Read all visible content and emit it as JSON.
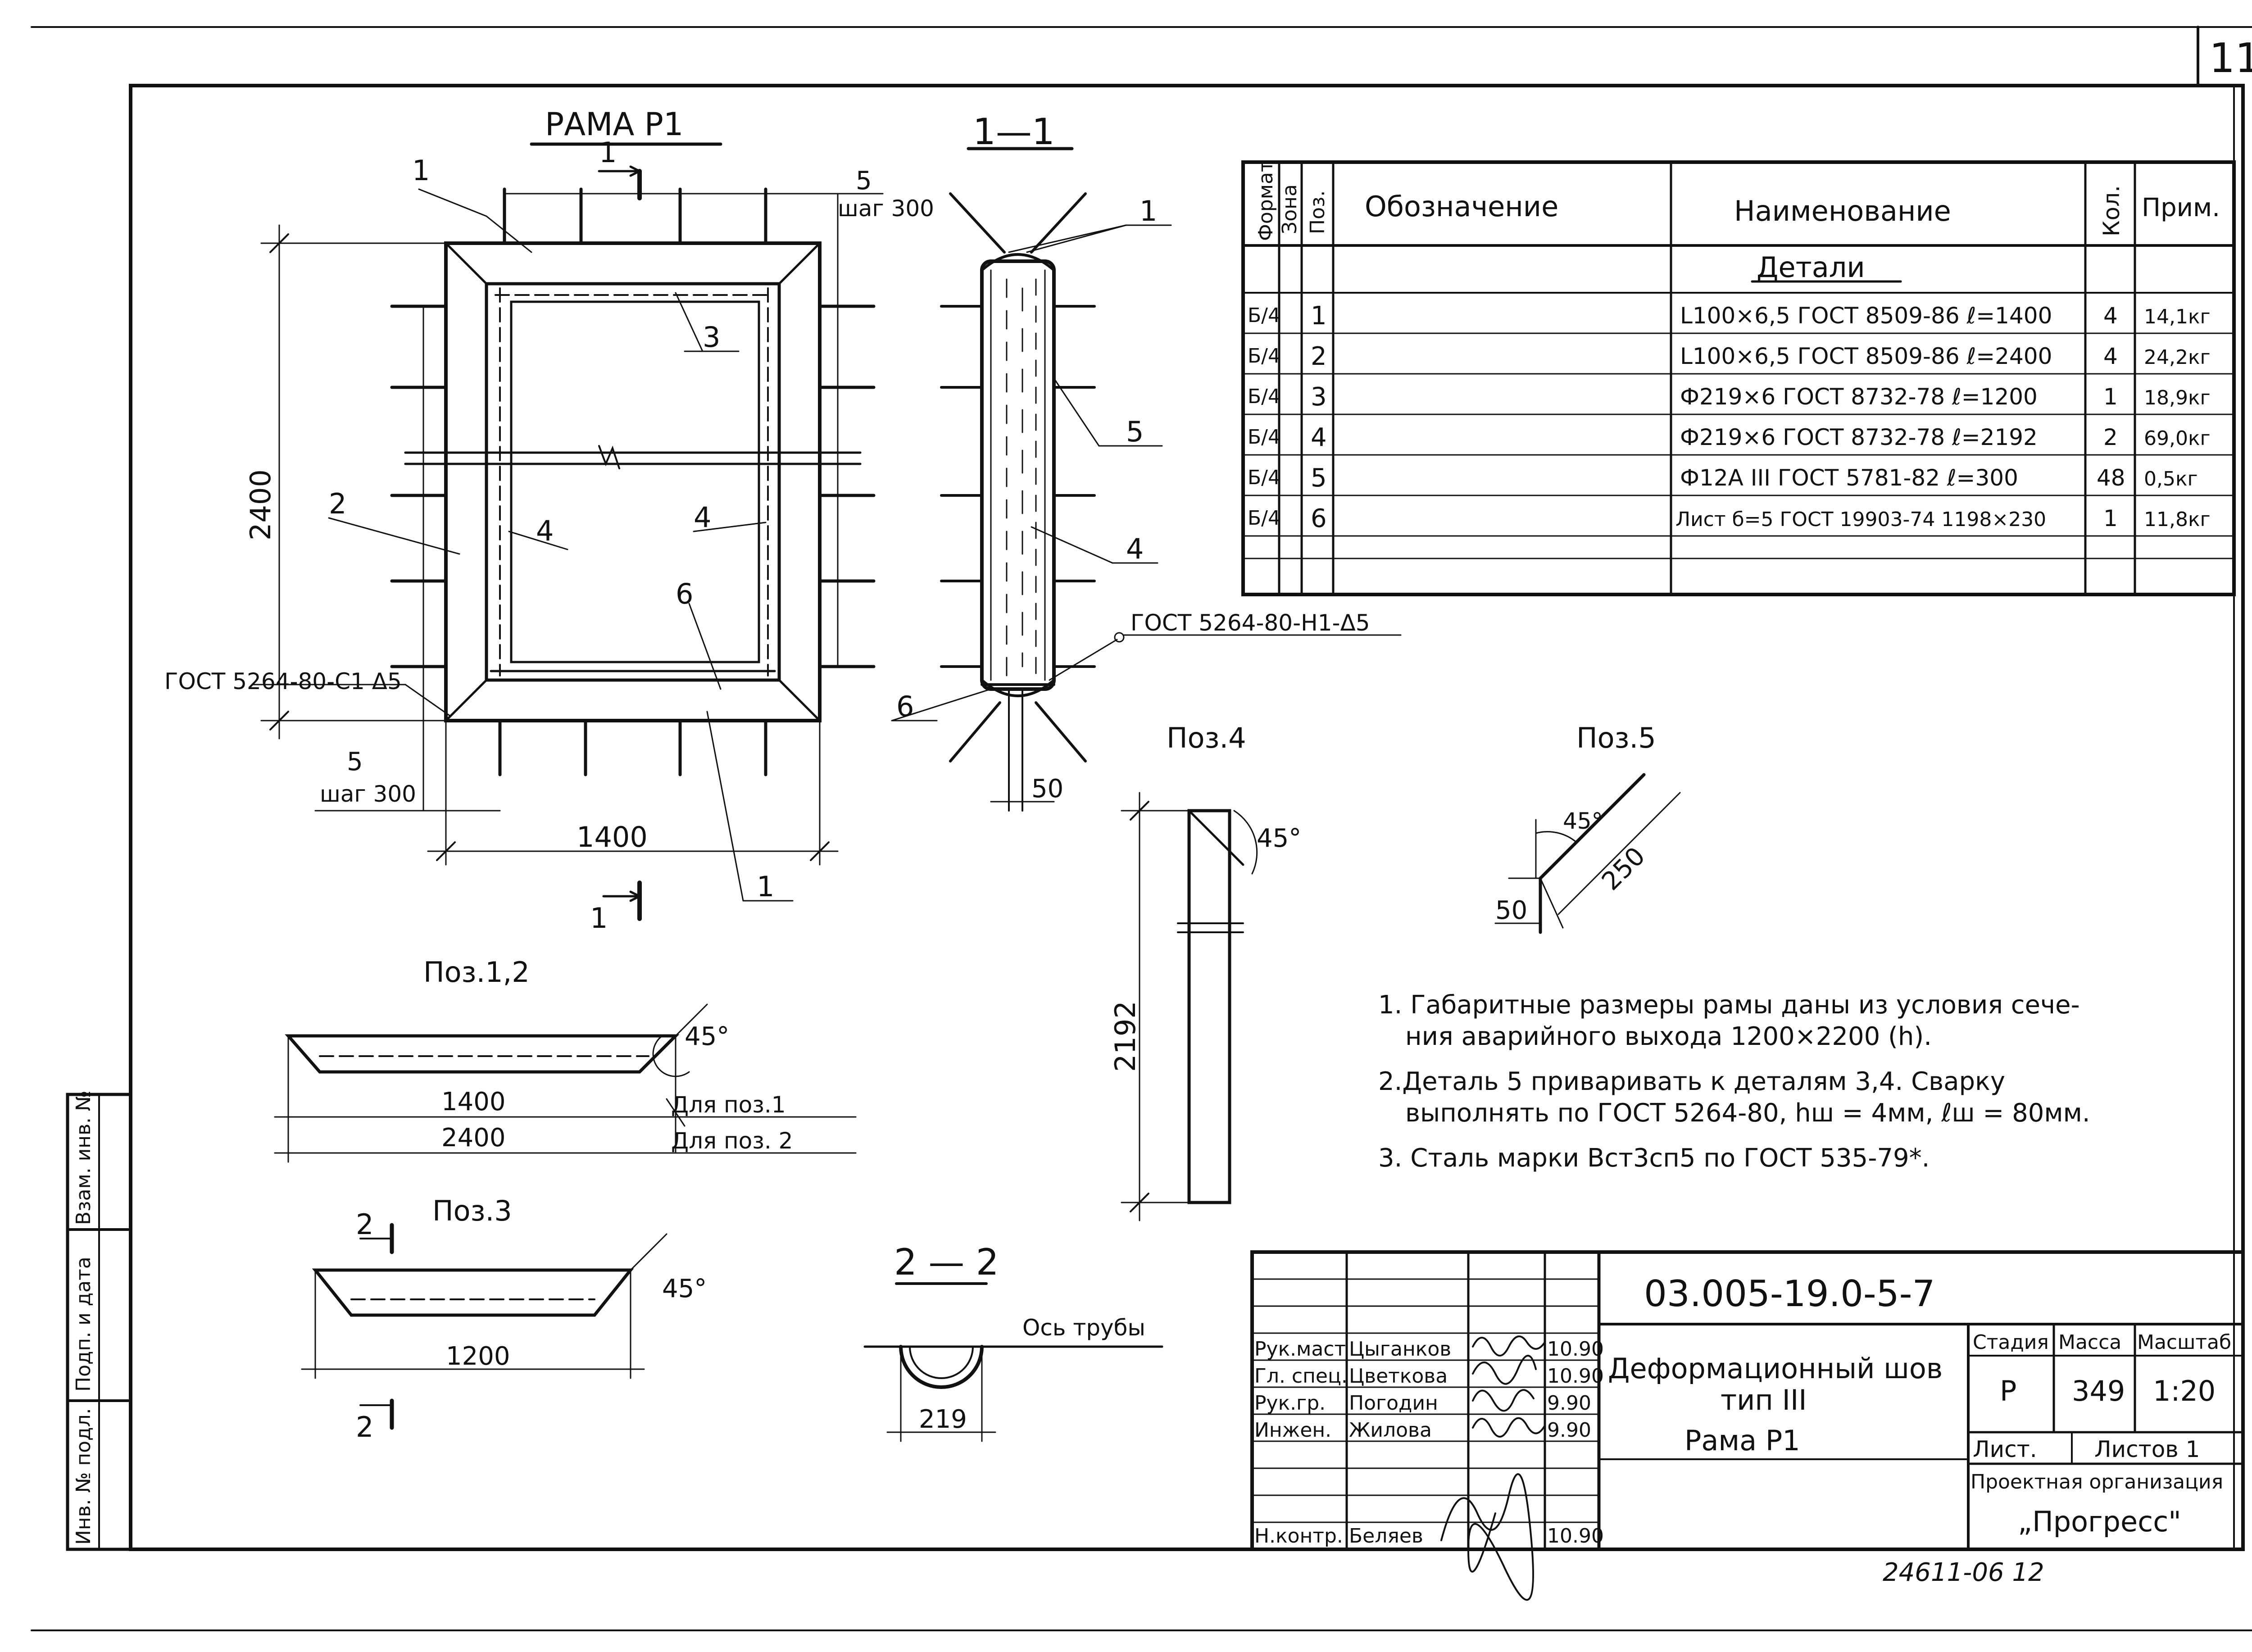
{
  "sheet": {
    "sheet_no": "11",
    "archive_no": "24611-06   12"
  },
  "frame_view": {
    "title": "РАМА  Р1",
    "dim_height": "2400",
    "dim_width": "1400",
    "step_top_n": "5",
    "step_top": "шаг 300",
    "step_bottom_n": "5",
    "step_bottom": "шаг 300",
    "weld_note": "ГОСТ 5264-80-С1 Δ5",
    "section_mark": "1",
    "labels": {
      "p1a": "1",
      "p1b": "1",
      "p2": "2",
      "p3": "3",
      "p4a": "4",
      "p4b": "4",
      "p6": "6"
    }
  },
  "section_1_1": {
    "title": "1—1",
    "label_1": "1",
    "label_5": "5",
    "label_4": "4",
    "label_6": "6",
    "weld_note": "ГОСТ 5264-80-Н1-Δ5",
    "dim_50": "50"
  },
  "pos4": {
    "title": "Поз.4",
    "dim": "2192",
    "angle": "45°"
  },
  "pos5": {
    "title": "Поз.5",
    "angle": "45°",
    "dim_250": "250",
    "dim_50": "50"
  },
  "pos12": {
    "title": "Поз.1,2",
    "angle": "45°",
    "dim_1400": "1400",
    "dim_1400_note": "Для поз.1",
    "dim_2400": "2400",
    "dim_2400_note": "Для поз. 2"
  },
  "pos3": {
    "title": "Поз.3",
    "angle": "45°",
    "dim": "1200",
    "mark": "2"
  },
  "section_2_2": {
    "title": "2 — 2",
    "axis": "Ось трубы",
    "dim": "219"
  },
  "notes": [
    "1. Габаритные  размеры рамы даны из условия сече-",
    "ния аварийного выхода   1200×2200 (h).",
    "2.Деталь 5 приваривать к деталям 3,4. Сварку",
    "выполнять по ГОСТ 5264-80, hш = 4мм, ℓш = 80мм.",
    "3. Сталь марки   Вст3сп5  по ГОСТ 535-79*."
  ],
  "spec_table": {
    "headers": {
      "format": "Формат",
      "zone": "Зона",
      "pos": "Поз.",
      "designation": "Обозначение",
      "name": "Наименование",
      "qty": "Кол.",
      "note": "Прим."
    },
    "section": "Детали",
    "rows": [
      {
        "format": "Б/4",
        "pos": "1",
        "name": "L100×6,5 ГОСТ 8509-86  ℓ=1400",
        "qty": "4",
        "note": "14,1кг"
      },
      {
        "format": "Б/4",
        "pos": "2",
        "name": "L100×6,5 ГОСТ 8509-86  ℓ=2400",
        "qty": "4",
        "note": "24,2кг"
      },
      {
        "format": "Б/4",
        "pos": "3",
        "name": "Ф219×6 ГОСТ 8732-78  ℓ=1200",
        "qty": "1",
        "note": "18,9кг"
      },
      {
        "format": "Б/4",
        "pos": "4",
        "name": "Ф219×6 ГОСТ 8732-78  ℓ=2192",
        "qty": "2",
        "note": "69,0кг"
      },
      {
        "format": "Б/4",
        "pos": "5",
        "name": "Ф12А III ГОСТ 5781-82  ℓ=300",
        "qty": "48",
        "note": "0,5кг"
      },
      {
        "format": "Б/4",
        "pos": "6",
        "name": "Лист б=5 ГОСТ 19903-74 1198×230",
        "qty": "1",
        "note": "11,8кг"
      }
    ]
  },
  "title_block": {
    "code": "03.005-19.0-5-7",
    "title_lines": [
      "Деформационный шов",
      "тип III",
      "Рама Р1"
    ],
    "stage_label": "Стадия",
    "mass_label": "Масса",
    "scale_label": "Масштаб",
    "stage": "Р",
    "mass": "349",
    "scale": "1:20",
    "sheet_label": "Лист.",
    "sheets_label": "Листов 1",
    "org_label": "Проектная организация",
    "org": "„Прогресс\"",
    "people": [
      {
        "role": "Рук.маст",
        "name": "Цыганков",
        "date": "10.90"
      },
      {
        "role": "Гл. спец.",
        "name": "Цветкова",
        "date": "10.90"
      },
      {
        "role": "Рук.гр.",
        "name": "Погодин",
        "date": "9.90"
      },
      {
        "role": "Инжен.",
        "name": "Жилова",
        "date": "9.90"
      },
      {
        "role": "Н.контр.",
        "name": "Беляев",
        "date": "10.90"
      }
    ]
  },
  "side_stamp": [
    "Инв. № подл.",
    "Подп. и дата",
    "Взам. инв. №"
  ]
}
